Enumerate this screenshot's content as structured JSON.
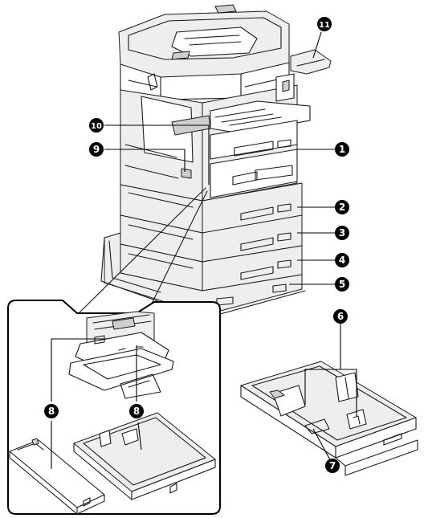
{
  "figure": {
    "callouts": [
      {
        "id": "1",
        "label": "1"
      },
      {
        "id": "2",
        "label": "2"
      },
      {
        "id": "3",
        "label": "3"
      },
      {
        "id": "4",
        "label": "4"
      },
      {
        "id": "5",
        "label": "5"
      },
      {
        "id": "6",
        "label": "6"
      },
      {
        "id": "7",
        "label": "7"
      },
      {
        "id": "8a",
        "label": "8"
      },
      {
        "id": "8b",
        "label": "8"
      },
      {
        "id": "8c",
        "label": "8"
      },
      {
        "id": "9",
        "label": "9"
      },
      {
        "id": "10",
        "label": "10"
      },
      {
        "id": "11",
        "label": "11"
      }
    ]
  },
  "colors": {
    "line": "#1a1a1a",
    "callout_fill": "#000000",
    "callout_text": "#ffffff",
    "panel_shade": "#eeeeee"
  }
}
